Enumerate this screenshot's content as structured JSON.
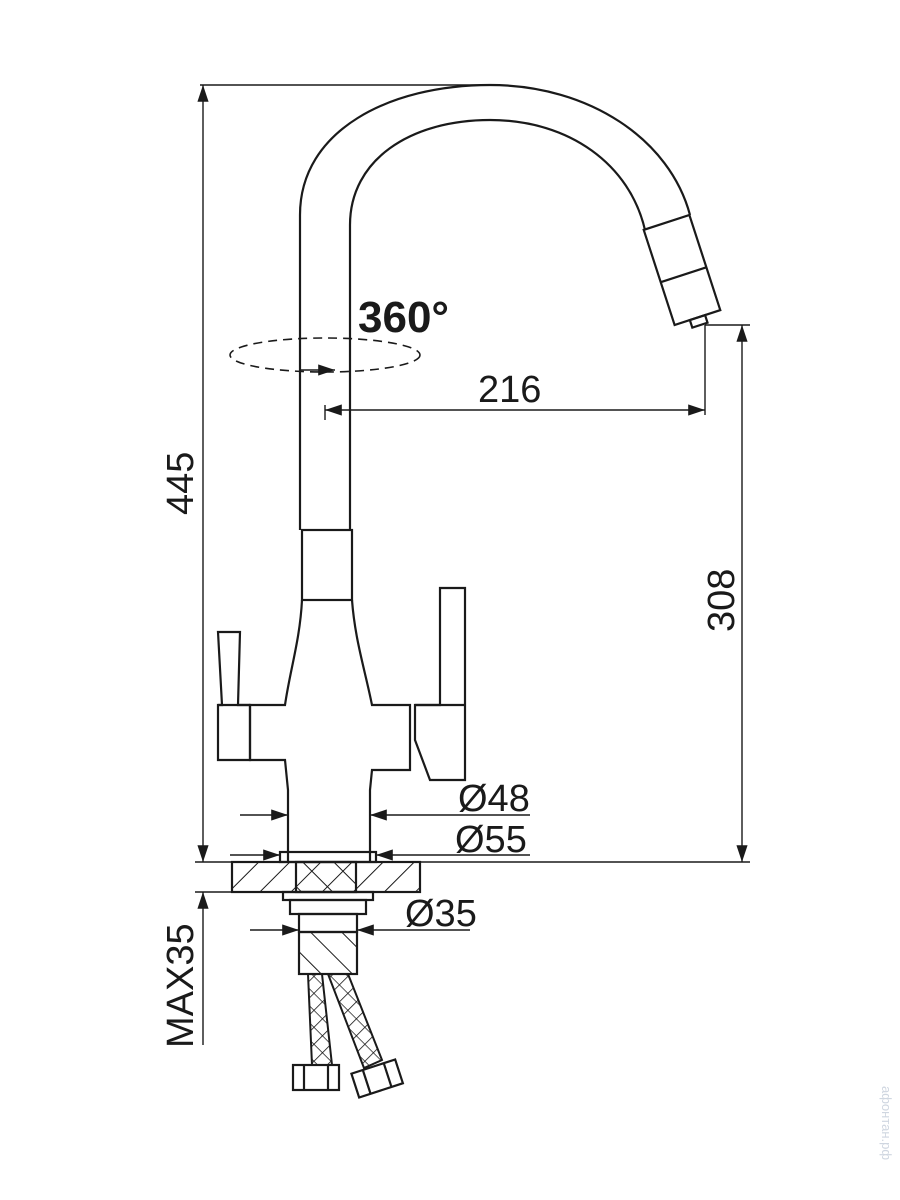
{
  "drawing": {
    "rotation_label": "360°",
    "dimensions": {
      "total_height": "445",
      "spout_reach": "216",
      "spout_height": "308",
      "base_diameter_48": "Ø48",
      "base_diameter_55": "Ø55",
      "shank_diameter": "Ø35",
      "max_deck_thickness": "MAX35"
    }
  },
  "watermark": "афонтан.рф",
  "colors": {
    "line": "#1a1a1a",
    "background": "#ffffff"
  }
}
